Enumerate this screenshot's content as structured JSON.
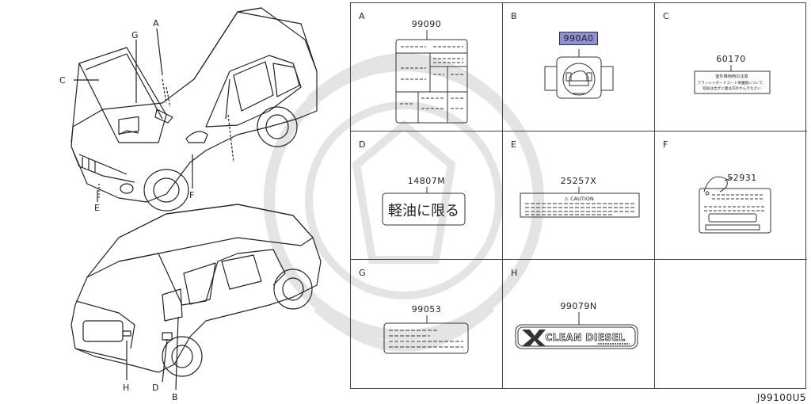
{
  "vehicle_callouts": {
    "top": [
      "C",
      "G",
      "A",
      "E",
      "F"
    ],
    "bottom": [
      "H",
      "D",
      "B"
    ]
  },
  "cells": [
    {
      "letter": "A",
      "part_number": "99090",
      "highlighted": false
    },
    {
      "letter": "B",
      "part_number": "990A0",
      "highlighted": true
    },
    {
      "letter": "C",
      "part_number": "60170",
      "highlighted": false,
      "label_text": [
        "室外降雨時の注意",
        "フラッシャボードコート保護膜について、",
        "取扱は出ずに膜は内外からきなさい"
      ]
    },
    {
      "letter": "D",
      "part_number": "14807M",
      "highlighted": false,
      "label_text": "軽油に限る"
    },
    {
      "letter": "E",
      "part_number": "25257X",
      "highlighted": false,
      "label_text": "⚠ CAUTION"
    },
    {
      "letter": "F",
      "part_number": "52931",
      "highlighted": false
    },
    {
      "letter": "G",
      "part_number": "99053",
      "highlighted": false
    },
    {
      "letter": "H",
      "part_number": "99079N",
      "highlighted": false,
      "label_text": "CLEAN DIESEL"
    },
    {
      "letter": "",
      "part_number": "",
      "highlighted": false
    }
  ],
  "diagram_code": "J99100U5",
  "colors": {
    "highlight": "#8e8fd8",
    "line": "#333333"
  }
}
